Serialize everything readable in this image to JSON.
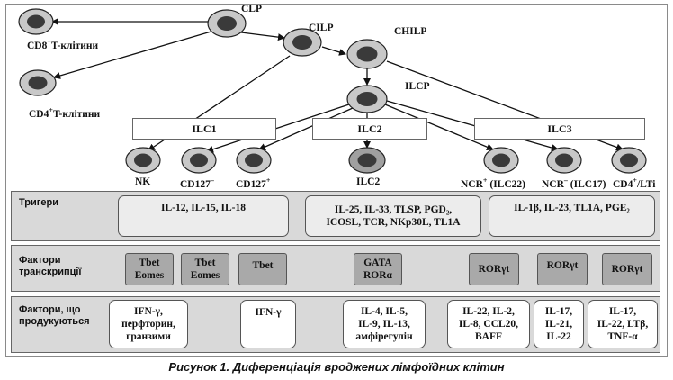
{
  "cells": {
    "clp": "CLP",
    "cilp": "CILP",
    "chilp": "CHILP",
    "ilcp": "ILCP",
    "cd8": "CD8+T-клітини",
    "cd8_main": "CD8",
    "cd8_sup": "+",
    "cd8_rest": "T-клітини",
    "cd4_main": "CD4",
    "cd4_sup": "+",
    "cd4_rest": "T-клітини",
    "nk": "NK",
    "cd127neg_main": "CD127",
    "cd127neg_sup": "–",
    "cd127pos_main": "CD127",
    "cd127pos_sup": "+",
    "ilc2_cell": "ILC2",
    "ncr22_main": "NCR",
    "ncr22_sup": "+",
    "ncr22_rest": " (ILC22)",
    "ncr17_main": "NCR",
    "ncr17_sup": "–",
    "ncr17_rest": " (ILC17)",
    "cd4lti_main": "CD4",
    "cd4lti_sup": "+",
    "cd4lti_rest": "/LTi"
  },
  "groups": {
    "ilc1": "ILC1",
    "ilc2": "ILC2",
    "ilc3": "ILC3"
  },
  "bands": {
    "triggers": {
      "title": "Тригери",
      "ilc1": "IL-12, IL-15, IL-18",
      "ilc2": "IL-25, IL-33, TLSP, PGD₂,\nICOSL, TCR, NKp30L, TL1A",
      "ilc3": "IL-1β, IL-23, TL1A, PGE₂"
    },
    "tf": {
      "title": "Фактори\nтранскрипції",
      "nk": "Tbet\nEomes",
      "cd127neg": "Tbet\nEomes",
      "cd127pos": "Tbet",
      "ilc2": "GATA\nRORα",
      "ncr22": "RORγt",
      "ncr17": "RORγt",
      "lti": "RORγt"
    },
    "products": {
      "title": "Фактори, що\nпродукуються",
      "nk": "IFN-γ,\nперфторин,\nгранзими",
      "cd127pos": "IFN-γ",
      "ilc2": "IL-4, IL-5,\nIL-9, IL-13,\nамфірегулін",
      "ncr22": "IL-22, IL-2,\nIL-8, CCL20,\nBAFF",
      "ncr17": "IL-17,\nIL-21,\nIL-22",
      "lti": "IL-17,\nIL-22, LTβ,\nTNF-α"
    }
  },
  "caption": "Рисунок 1. Диференціація вроджених лімфоїдних клітин",
  "colors": {
    "cell_fill": "#c8c8c8",
    "nucleus": "#3a3a3a",
    "band_bg": "#d9d9d9",
    "dark_box": "#a9a9a9",
    "ilc2_cell": "#a0a0a0"
  }
}
